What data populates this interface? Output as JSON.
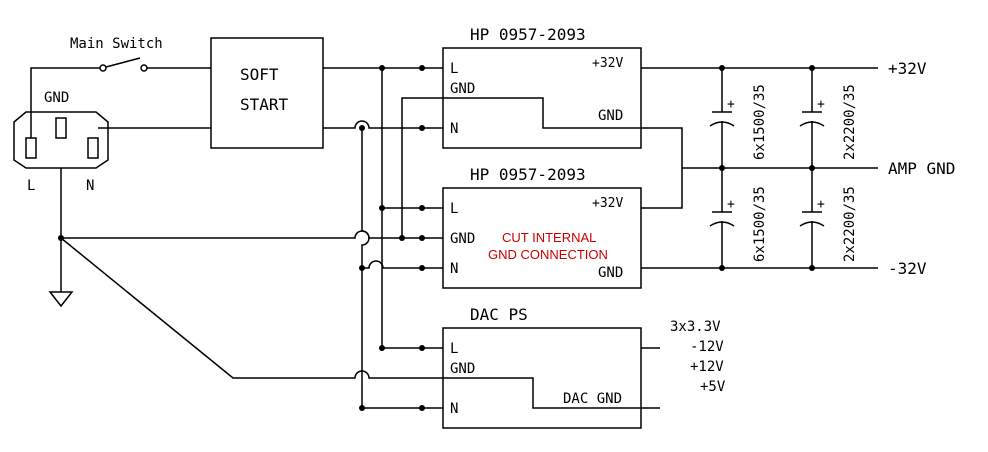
{
  "main_switch": "Main Switch",
  "inlet": {
    "title": "GND",
    "pin_l": "L",
    "pin_n": "N"
  },
  "soft_start": {
    "line1": "SOFT",
    "line2": "START"
  },
  "psu_top": {
    "title": "HP 0957-2093",
    "in_l": "L",
    "in_gnd": "GND",
    "in_n": "N",
    "out_pos": "+32V",
    "out_gnd": "GND"
  },
  "psu_bottom": {
    "title": "HP 0957-2093",
    "in_l": "L",
    "in_gnd": "GND",
    "in_n": "N",
    "out_pos": "+32V",
    "out_gnd": "GND",
    "note1": "CUT INTERNAL",
    "note2": "GND CONNECTION"
  },
  "dac_ps": {
    "title": "DAC PS",
    "in_l": "L",
    "in_gnd": "GND",
    "in_n": "N",
    "out_gnd": "DAC GND"
  },
  "dac_outputs": [
    "3x3.3V",
    "-12V",
    "+12V",
    "+5V"
  ],
  "caps": {
    "c1": "6x1500/35",
    "c2": "2x2200/35",
    "c3": "6x1500/35",
    "c4": "2x2200/35",
    "plus": "+"
  },
  "rails": {
    "pos": "+32V",
    "amp_gnd": "AMP GND",
    "neg": "-32V"
  },
  "colors": {
    "line": "#000000",
    "note": "#cc0000"
  }
}
